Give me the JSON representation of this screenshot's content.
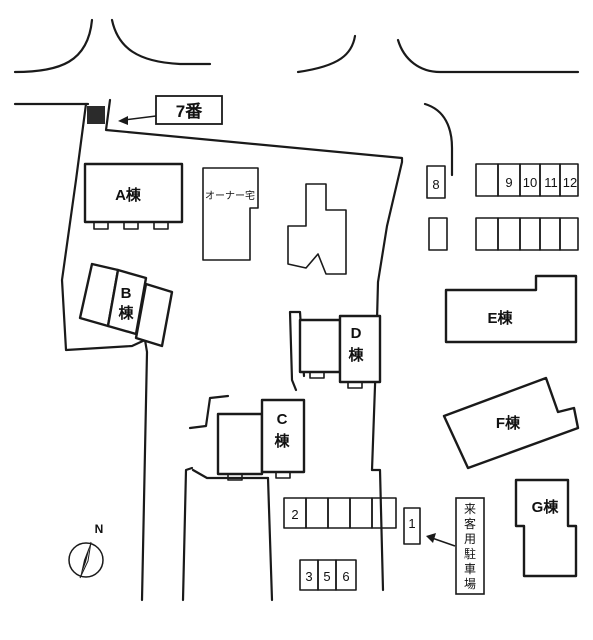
{
  "labels": {
    "bldg_a": "A棟",
    "bldg_b1": "B",
    "bldg_b2": "棟",
    "bldg_c1": "C",
    "bldg_c2": "棟",
    "bldg_d1": "D",
    "bldg_d2": "棟",
    "bldg_e": "E棟",
    "bldg_f": "F棟",
    "bldg_g": "G棟",
    "owner_house": "オーナー宅",
    "spot_7": "7番",
    "visitor_parking": [
      "来",
      "客",
      "用",
      "駐",
      "車",
      "場"
    ],
    "compass": "N"
  },
  "parking": {
    "p1": "1",
    "p2": "2",
    "p3": "3",
    "p5": "5",
    "p6": "6",
    "p8": "8",
    "p9": "9",
    "p10": "10",
    "p11": "11",
    "p12": "12"
  },
  "colors": {
    "line": "#1a1a1a",
    "highlight_spot": "#2b2b2b",
    "background": "#ffffff"
  }
}
